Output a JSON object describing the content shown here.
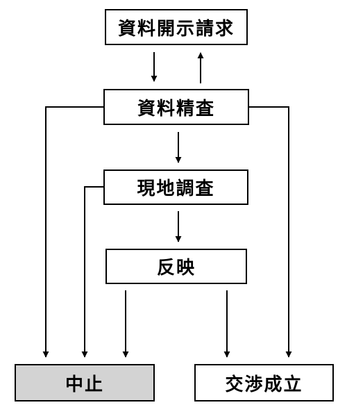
{
  "nodes": {
    "request": "資料開示請求",
    "review": "資料精査",
    "field": "現地調査",
    "reflect": "反映",
    "stop": "中止",
    "success": "交渉成立"
  },
  "colors": {
    "line": "#000000",
    "box_fill": "#ffffff",
    "stop_fill": "#d3d3d3"
  },
  "edges": [
    {
      "from": "request",
      "to": "review"
    },
    {
      "from": "review",
      "to": "request"
    },
    {
      "from": "review",
      "to": "field"
    },
    {
      "from": "field",
      "to": "reflect"
    },
    {
      "from": "review",
      "to": "stop"
    },
    {
      "from": "field",
      "to": "stop"
    },
    {
      "from": "reflect",
      "to": "stop"
    },
    {
      "from": "reflect",
      "to": "success"
    },
    {
      "from": "review",
      "to": "success"
    }
  ]
}
